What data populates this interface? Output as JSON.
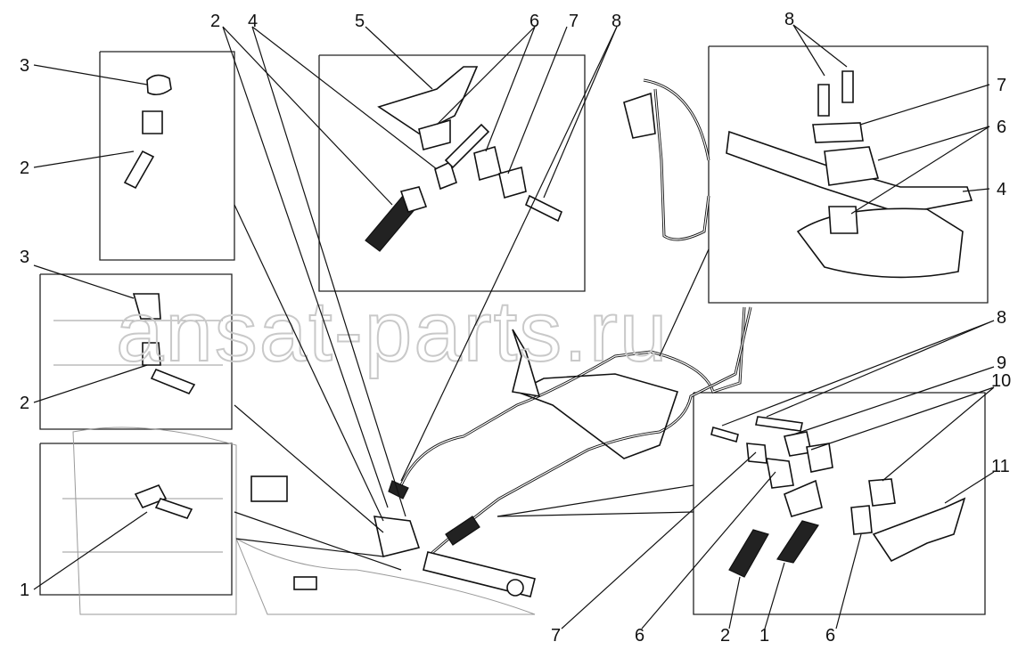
{
  "watermark": "ansat-parts.ru",
  "callouts": {
    "top_left_box": [
      "3",
      "2"
    ],
    "middle_left_box": [
      "3",
      "2"
    ],
    "bottom_left_box": [
      "1"
    ],
    "top_center": [
      "2",
      "4",
      "5",
      "6",
      "7",
      "8"
    ],
    "top_right_box": [
      "8",
      "7",
      "6",
      "4"
    ],
    "right_middle": [
      "8",
      "9",
      "10",
      "11"
    ],
    "bottom_row": [
      "7",
      "6",
      "2",
      "1",
      "6"
    ]
  }
}
